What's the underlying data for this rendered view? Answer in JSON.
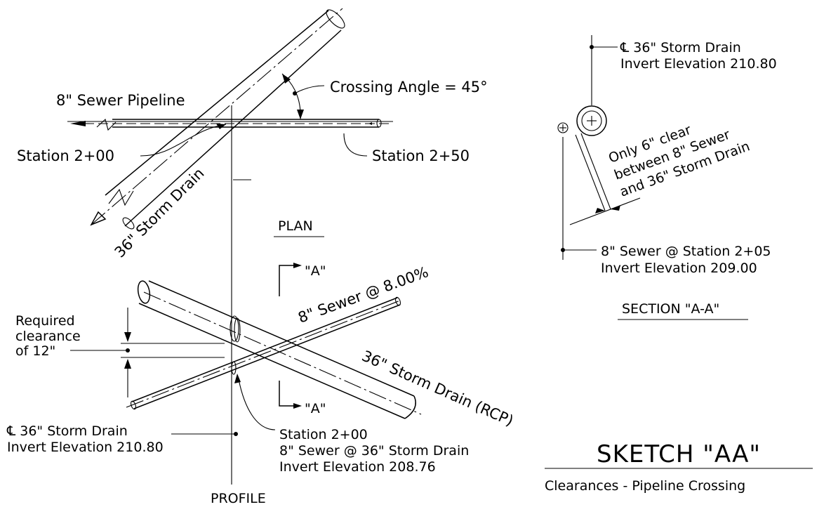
{
  "plan": {
    "sewer_label": "8\" Sewer Pipeline",
    "crossing_angle": "Crossing Angle = 45°",
    "station_left": "Station  2+00",
    "station_right": "Station  2+50",
    "storm_label": "36\" Storm Drain",
    "view_title": "PLAN"
  },
  "profile": {
    "section_marker_top": "\"A\"",
    "section_marker_bottom": "\"A\"",
    "sewer_label": "8\" Sewer @ 8.00%",
    "storm_label": "36\" Storm Drain (RCP)",
    "clearance_line1": "Required",
    "clearance_line2": "clearance",
    "clearance_line3": "of 12\"",
    "storm_invert_line1": "℄ 36\" Storm Drain",
    "storm_invert_line2": "Invert Elevation 210.80",
    "station_line1": "Station 2+00",
    "station_line2": "8\" Sewer @ 36\" Storm Drain",
    "station_line3": "Invert Elevation 208.76",
    "view_title": "PROFILE"
  },
  "section": {
    "storm_line1": "℄ 36\" Storm Drain",
    "storm_line2": "Invert Elevation 210.80",
    "clear_line1": "Only 6\" clear",
    "clear_line2": "between 8\" Sewer",
    "clear_line3": "and 36\" Storm Drain",
    "sewer_line1": "8\" Sewer @ Station 2+05",
    "sewer_line2": "Invert Elevation 209.00",
    "view_title": "SECTION \"A-A\""
  },
  "sketch": {
    "title": "SKETCH \"AA\"",
    "subtitle": "Clearances - Pipeline Crossing"
  }
}
